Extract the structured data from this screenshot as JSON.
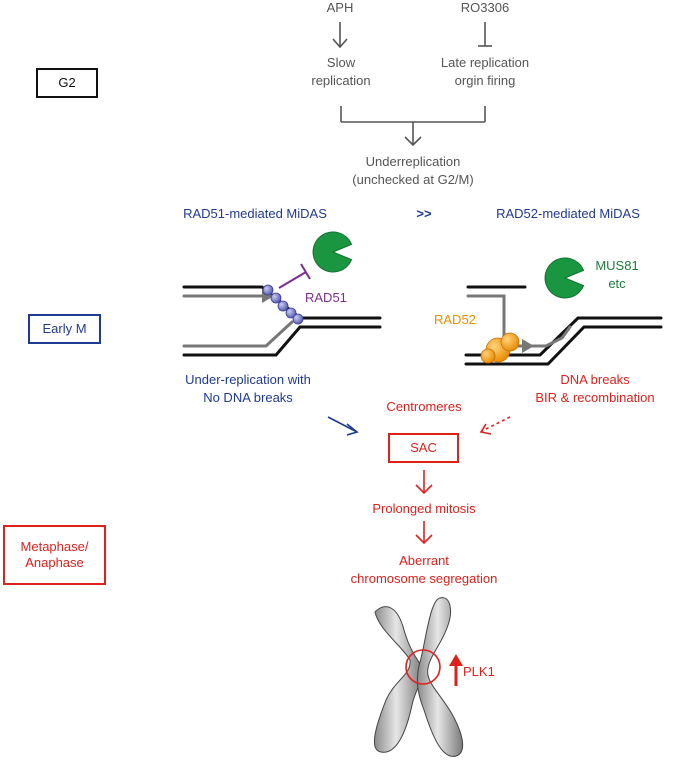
{
  "drugs": {
    "aph": "APH",
    "ro3306": "RO3306"
  },
  "effects": {
    "slow_line1": "Slow",
    "slow_line2": "replication",
    "late_line1": "Late replication",
    "late_line2": "orgin firing"
  },
  "stages": {
    "g2": "G2",
    "early_m": "Early M",
    "meta_line1": "Metaphase/",
    "meta_line2": "Anaphase"
  },
  "under": {
    "line1": "Underreplication",
    "line2": "(unchecked at G2/M)"
  },
  "midas": {
    "rad51": "RAD51-mediated MiDAS",
    "compare": ">>",
    "rad52": "RAD52-mediated MiDAS"
  },
  "proteins": {
    "rad51": "RAD51",
    "rad52": "RAD52",
    "mus81_line1": "MUS81",
    "mus81_line2": "etc"
  },
  "outcomes": {
    "left_line1": "Under-replication with",
    "left_line2": "No DNA breaks",
    "right_line1": "DNA breaks",
    "right_line2": "BIR & recombination",
    "centromeres": "Centromeres"
  },
  "sac": "SAC",
  "cascade": {
    "prolonged": "Prolonged mitosis",
    "aberrant_line1": "Aberrant",
    "aberrant_line2": "chromosome segregation"
  },
  "plk1": "PLK1",
  "colors": {
    "gray": "#555555",
    "blue": "#1f3a93",
    "red": "#e0201b",
    "green": "#1e7a3a",
    "purple": "#7a2f8f",
    "orange": "#f08c00"
  }
}
